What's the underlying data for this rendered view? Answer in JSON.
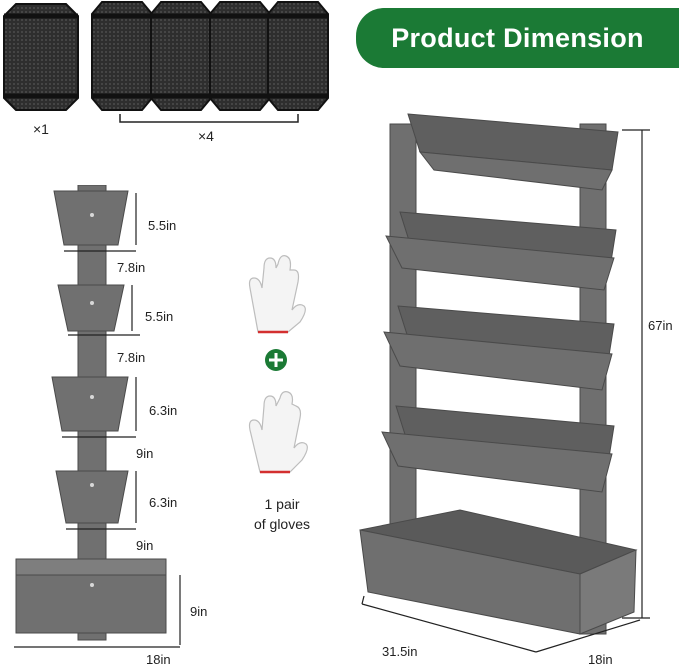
{
  "banner": {
    "title": "Product Dimension"
  },
  "liners": {
    "single_count": "×1",
    "group_count": "×4"
  },
  "side_view": {
    "shelves": [
      {
        "height": "5.5in",
        "depth": "7.8in"
      },
      {
        "height": "5.5in",
        "depth": "7.8in"
      },
      {
        "height": "6.3in",
        "depth": "9in"
      },
      {
        "height": "6.3in",
        "depth": "9in"
      }
    ],
    "base": {
      "height": "9in",
      "width": "18in"
    }
  },
  "accessory": {
    "line1": "1 pair",
    "line2": "of gloves"
  },
  "front_view": {
    "height": "67in",
    "width": "31.5in",
    "depth": "18in"
  },
  "colors": {
    "banner": "#1b7a35",
    "wood": "#6e6e6e",
    "liner": "#2b2b2b"
  }
}
